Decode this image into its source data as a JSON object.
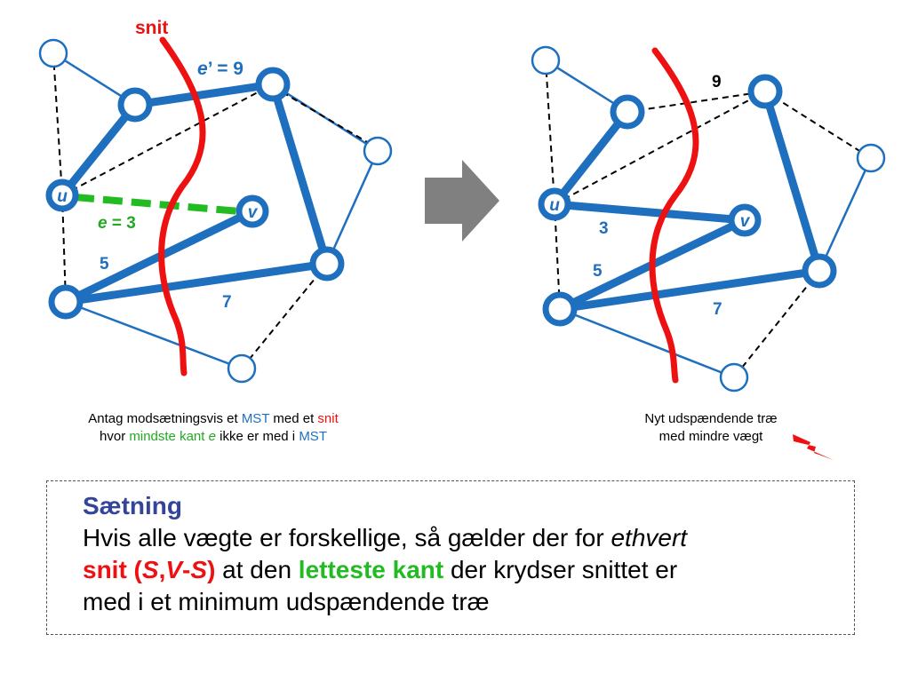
{
  "left_graph": {
    "cut_label": "snit",
    "e_prime_sym": "e",
    "e_prime_rest": "’ = 9",
    "e_sym": "e",
    "e_rest": " = 3",
    "weight_5": "5",
    "weight_7": "7",
    "node_u": "u",
    "node_v": "v"
  },
  "right_graph": {
    "weight_9": "9",
    "weight_3": "3",
    "weight_5": "5",
    "weight_7": "7",
    "node_u": "u",
    "node_v": "v"
  },
  "left_caption": {
    "line1_a": "Antag modsætningsvis et ",
    "line1_mst": "MST",
    "line1_b": " med et ",
    "line1_snit": "snit",
    "line2_a": "hvor ",
    "line2_kant": "mindste kant ",
    "line2_e": "e",
    "line2_b": " ikke er med i ",
    "line2_mst": "MST"
  },
  "right_caption": {
    "line1": "Nyt udspændende træ",
    "line2": "med mindre vægt"
  },
  "theorem": {
    "title": "Sætning",
    "line1_a": "Hvis alle vægte er forskellige, så gælder der for ",
    "line1_ethvert": "ethvert",
    "snit": "snit (",
    "S": "S",
    "comma": ",",
    "V": "V",
    "dash": "-",
    "S2": "S",
    "close": ")",
    "line2_b": " at den ",
    "letteste": "letteste kant",
    "line2_c": " der krydser snittet er",
    "line3": "med i et minimum udspændende træ"
  },
  "colors": {
    "blue": "#1f6fbf",
    "red": "#ee1111",
    "green": "#22aa22",
    "arrow_gray": "#808080",
    "title_purple": "#33449a"
  }
}
